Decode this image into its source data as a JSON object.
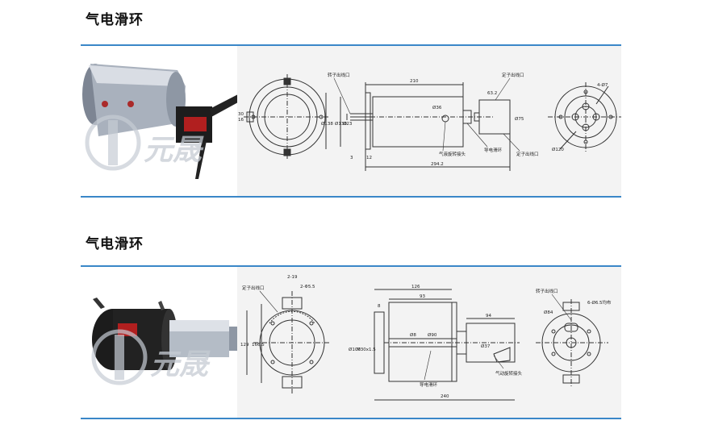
{
  "sections": [
    {
      "title": "气电滑环",
      "drawing": {
        "labels": {
          "rotor_outlet": "转子出线口",
          "stator_outlet_top": "定子出线口",
          "pneumatic_joint": "气液旋转接头",
          "conductive_ring": "导电滑环",
          "stator_outlet_bottom": "定子出线口"
        },
        "dims": {
          "d210": "210",
          "d632": "63.2",
          "d47": "4-Ø7",
          "d36": "Ø36",
          "d75": "Ø75",
          "d120": "Ø120",
          "d138": "Ø138",
          "d130": "Ø130",
          "d23": "Ø23",
          "d12": "12",
          "d3": "3",
          "d2942": "294.2",
          "d16": "16",
          "d30": "30"
        }
      }
    },
    {
      "title": "气电滑环",
      "drawing": {
        "labels": {
          "stator_outlet": "定子出线口",
          "conductive_ring": "导电滑环",
          "pneumatic_joint": "气动旋转接头",
          "rotor_outlet": "转子出线口"
        },
        "dims": {
          "d219": "2-19",
          "d295": "2-Φ5.5",
          "d129": "129",
          "d1665": "166.5",
          "d126": "126",
          "d93": "93",
          "d8": "8",
          "d94": "94",
          "dM30": "M30x1.5",
          "d100": "Ø100",
          "d8b": "Ø8",
          "d90": "Ø90",
          "d37": "Ø37",
          "d84": "Ø84",
          "d665": "6-Ø6.5均布",
          "d240": "240"
        }
      }
    }
  ],
  "watermark_text": "元晟",
  "colors": {
    "rule": "#3a87c8",
    "panel_bg": "#f3f3f3",
    "line": "#333333"
  }
}
